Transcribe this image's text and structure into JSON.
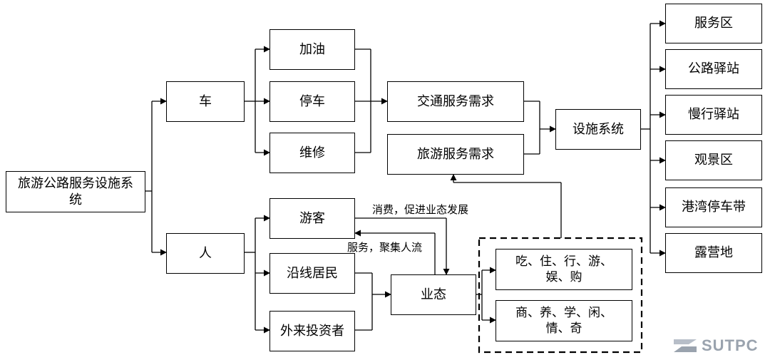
{
  "diagram": {
    "root": "旅游公路服务设施系统",
    "car": "车",
    "person": "人",
    "refuel": "加油",
    "parking": "停车",
    "repair": "维修",
    "tourist": "游客",
    "residents": "沿线居民",
    "investors": "外来投资者",
    "traffic_demand": "交通服务需求",
    "tourism_demand": "旅游服务需求",
    "facility_system": "设施系统",
    "business": "业态",
    "biz_item1": "吃、住、行、游、娱、购",
    "biz_item2": "商、养、学、闲、情、奇",
    "facilities": [
      "服务区",
      "公路驿站",
      "慢行驿站",
      "观景区",
      "港湾停车带",
      "露营地"
    ],
    "edge_consume": "消费，促进业态发展",
    "edge_service": "服务，聚集人流"
  },
  "logo": {
    "text": "SUTPC"
  }
}
